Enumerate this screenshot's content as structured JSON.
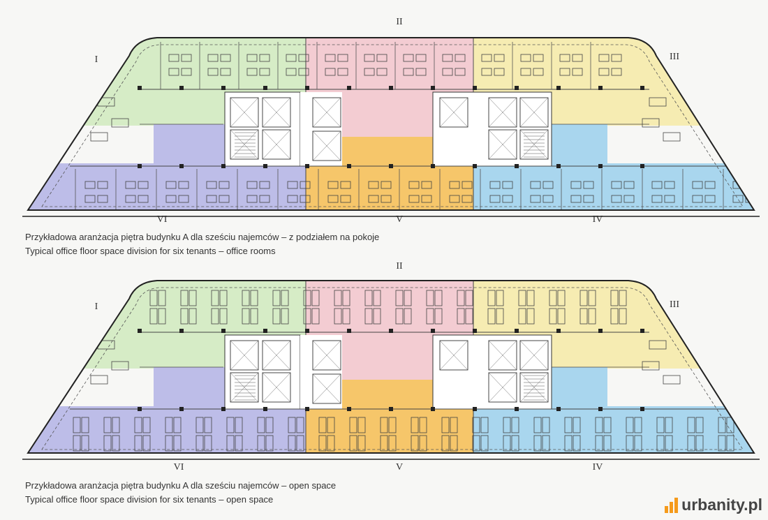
{
  "plans": [
    {
      "layout": "rooms",
      "zones": {
        "top_left": "I",
        "top_center": "II",
        "top_right": "III",
        "bottom_right": "IV",
        "bottom_center": "V",
        "bottom_left": "VI"
      },
      "caption_pl": "Przykładowa aranżacja piętra budynku A dla sześciu najemców – z podziałem na pokoje",
      "caption_en": "Typical office floor space division for six tenants – office rooms"
    },
    {
      "layout": "open",
      "zones": {
        "top_left": "I",
        "top_center": "II",
        "top_right": "III",
        "bottom_right": "IV",
        "bottom_center": "V",
        "bottom_left": "VI"
      },
      "caption_pl": "Przykładowa aranżacja piętra budynku A dla sześciu najemców – open space",
      "caption_en": "Typical office floor space division for six tenants – open space"
    }
  ],
  "tenant_colors": {
    "I": "#d6ecc6",
    "II": "#f3ccd2",
    "III": "#f6ecb2",
    "IV": "#a9d6ee",
    "V": "#f6c66a",
    "VI": "#bdbde8"
  },
  "watermark": {
    "text": "urbanity.pl",
    "accent": "#f59a1b"
  }
}
